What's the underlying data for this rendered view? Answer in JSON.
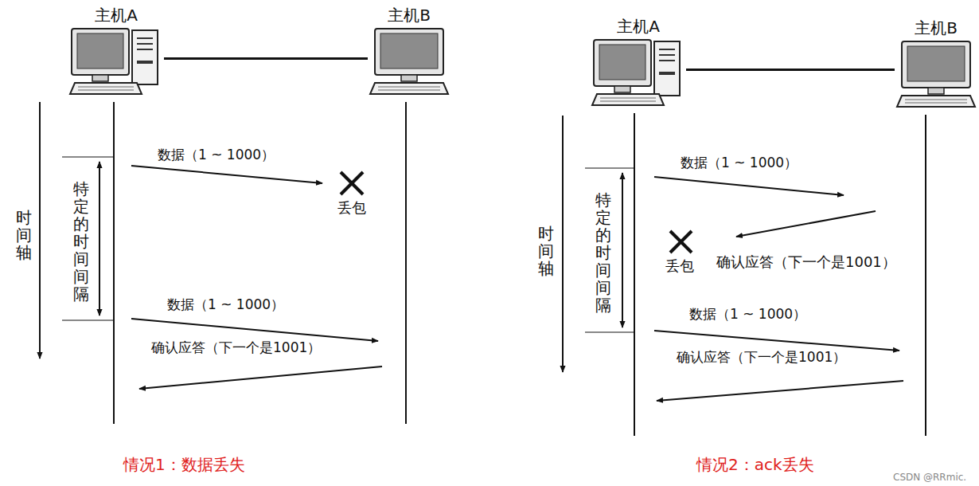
{
  "diagram": {
    "nodes": [
      {
        "text": [
          "主机A"
        ]
      },
      {
        "text": [
          "主机B"
        ]
      },
      {
        "text": [
          "主机A"
        ]
      },
      {
        "text": [
          "主机B"
        ]
      }
    ],
    "edges": [
      {
        "from": 0,
        "to": 1,
        "arrow": "none"
      },
      {
        "from": 2,
        "to": 3,
        "arrow": "none"
      }
    ],
    "labels": [
      "数据（1 ~ 1000）",
      "丢包",
      "特定的时间间隔",
      "时间轴",
      "数据（1 ~ 1000）",
      "确认应答（下一个是1001）",
      "情况1：数据丢失",
      "数据（1 ~ 1000）",
      "确认应答（下一个是1001）",
      "丢包",
      "特定的时间间隔",
      "时间轴",
      "数据（1 ~ 1000）",
      "确认应答（下一个是1001）",
      "情况2：ack丢失",
      "CSDN @RRmic."
    ]
  }
}
